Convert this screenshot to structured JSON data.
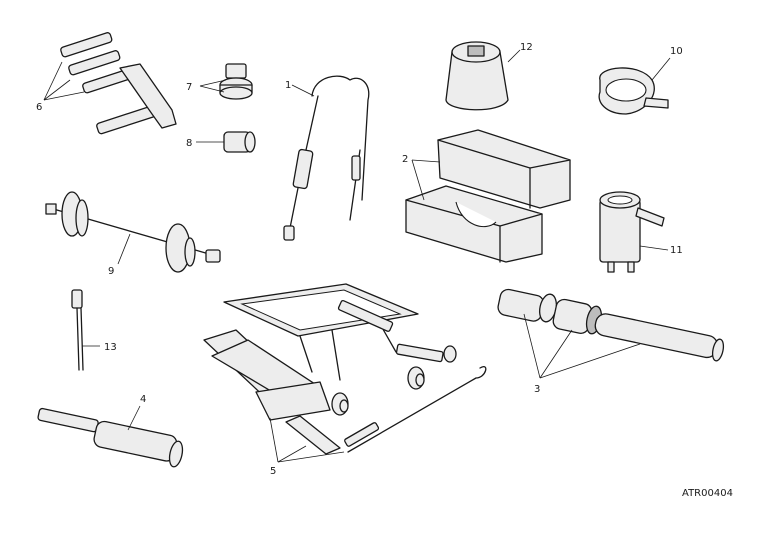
{
  "reference_code": "ATR00404",
  "callouts": {
    "c1": "1",
    "c2": "2",
    "c3": "3",
    "c4": "4",
    "c5": "5",
    "c6": "6",
    "c7": "7",
    "c8": "8",
    "c9": "9",
    "c10": "10",
    "c11": "11",
    "c12": "12",
    "c13": "13"
  }
}
